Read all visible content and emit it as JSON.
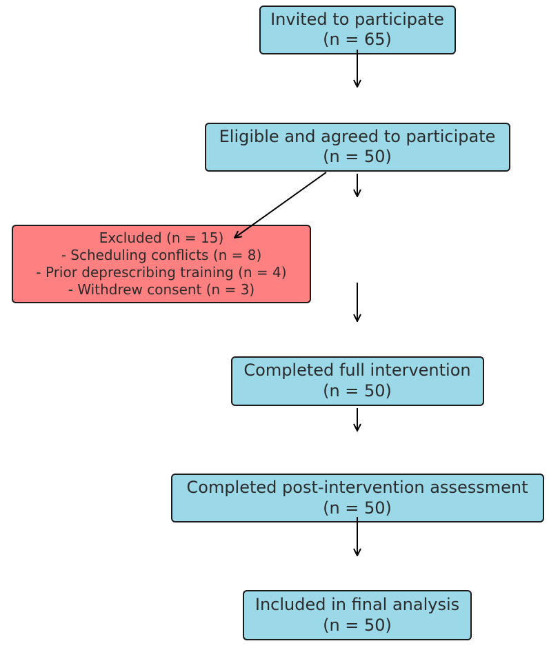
{
  "colors": {
    "main_box": "#9bd8e8",
    "excluded_box": "#ff8080",
    "border": "#1a1a1a",
    "arrow": "#000000"
  },
  "nodes": {
    "invited": {
      "line1": "Invited to participate",
      "line2": "(n = 65)"
    },
    "eligible": {
      "line1": "Eligible and agreed to participate",
      "line2": "(n = 50)"
    },
    "excluded": {
      "line1": "Excluded (n = 15)",
      "line2": "- Scheduling conflicts (n = 8)",
      "line3": "- Prior deprescribing training (n = 4)",
      "line4": "- Withdrew consent (n = 3)"
    },
    "completed_intervention": {
      "line1": "Completed full intervention",
      "line2": "(n = 50)"
    },
    "completed_assessment": {
      "line1": "Completed post-intervention assessment",
      "line2": "(n = 50)"
    },
    "final_analysis": {
      "line1": "Included in final analysis",
      "line2": "(n = 50)"
    }
  }
}
